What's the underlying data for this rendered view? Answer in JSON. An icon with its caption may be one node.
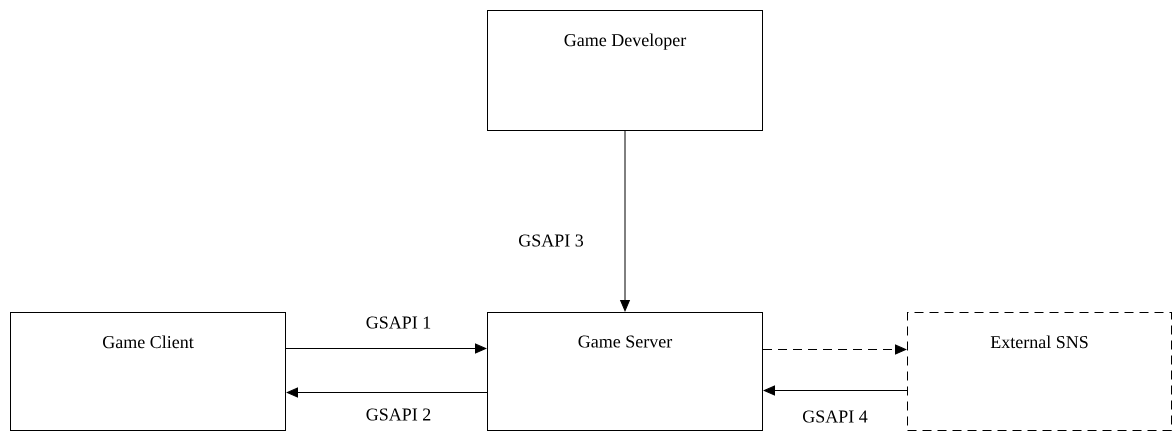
{
  "diagram": {
    "nodes": [
      {
        "text": [
          "Game Developer"
        ]
      },
      {
        "text": [
          "Game Client"
        ]
      },
      {
        "text": [
          "Game Server"
        ]
      },
      {
        "text": [
          "External SNS"
        ]
      }
    ],
    "edges": [
      {
        "from": 0,
        "to": 2,
        "arrow": "to",
        "label": "GSAPI 3"
      },
      {
        "from": 1,
        "to": 2,
        "arrow": "to",
        "label": "GSAPI 1"
      },
      {
        "from": 2,
        "to": 1,
        "arrow": "to",
        "label": "GSAPI 2"
      },
      {
        "from": 2,
        "to": 3,
        "arrow": "to",
        "style": "dashed"
      },
      {
        "from": 3,
        "to": 2,
        "arrow": "to",
        "label": "GSAPI 4"
      }
    ]
  }
}
